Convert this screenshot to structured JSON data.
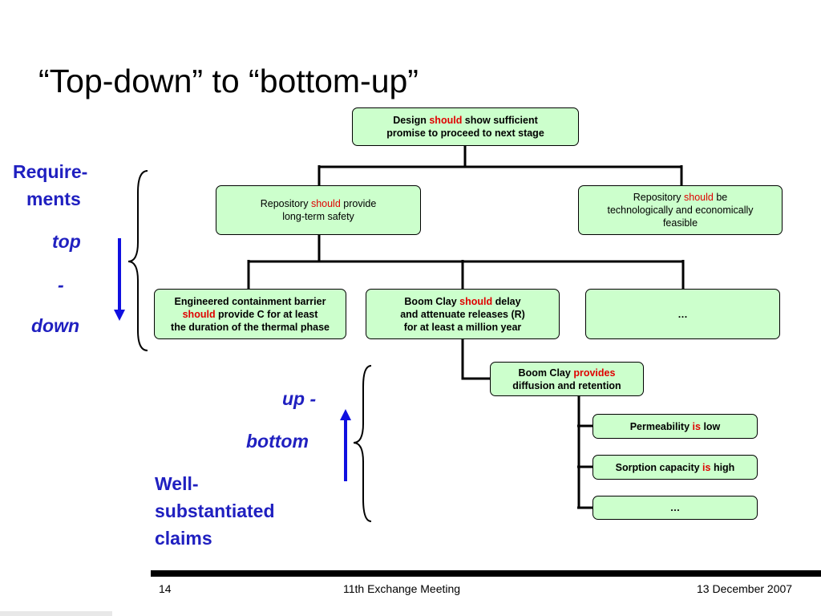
{
  "title": "“Top-down” to “bottom-up”",
  "nodes": {
    "root": {
      "pre": "Design ",
      "kw": "should",
      "post": " show sufficient",
      "line2": "promise to proceed to next stage"
    },
    "safety": {
      "pre": "Repository ",
      "kw": "should",
      "post": " provide",
      "line2": "long-term safety"
    },
    "feasible": {
      "pre": "Repository ",
      "kw": "should",
      "post": " be",
      "line2": "technologically and economically",
      "line3": "feasible"
    },
    "ebs": {
      "line1": "Engineered containment barrier",
      "kw": "should",
      "post": " provide C for at least",
      "line3": "the duration of the thermal phase"
    },
    "boom_delay": {
      "pre": "Boom Clay ",
      "kw": "should",
      "post": " delay",
      "line2": "and attenuate releases (R)",
      "line3": "for at least a million year"
    },
    "dots1": {
      "text": "…"
    },
    "boom_provides": {
      "pre": "Boom Clay ",
      "kw": "provides",
      "line2": "diffusion and retention"
    },
    "perm": {
      "pre": "Permeability ",
      "kw": "is",
      "post": " low"
    },
    "sorption": {
      "pre": "Sorption capacity ",
      "kw": "is",
      "post": " high"
    },
    "dots2": {
      "text": "…"
    }
  },
  "side": {
    "requirements_line1": "Require-",
    "requirements_line2": "ments",
    "top": "top",
    "dash": "-",
    "down": "down",
    "up": "up -",
    "bottom": "bottom",
    "claims_line1": "Well-",
    "claims_line2": "substantiated",
    "claims_line3": "claims"
  },
  "footer": {
    "page": "14",
    "event": "11th Exchange Meeting",
    "date": "13 December 2007"
  },
  "colors": {
    "node_fill": "#ccffcc",
    "keyword": "#e00000",
    "side_text": "#2020c0",
    "arrow": "#1010e0"
  }
}
